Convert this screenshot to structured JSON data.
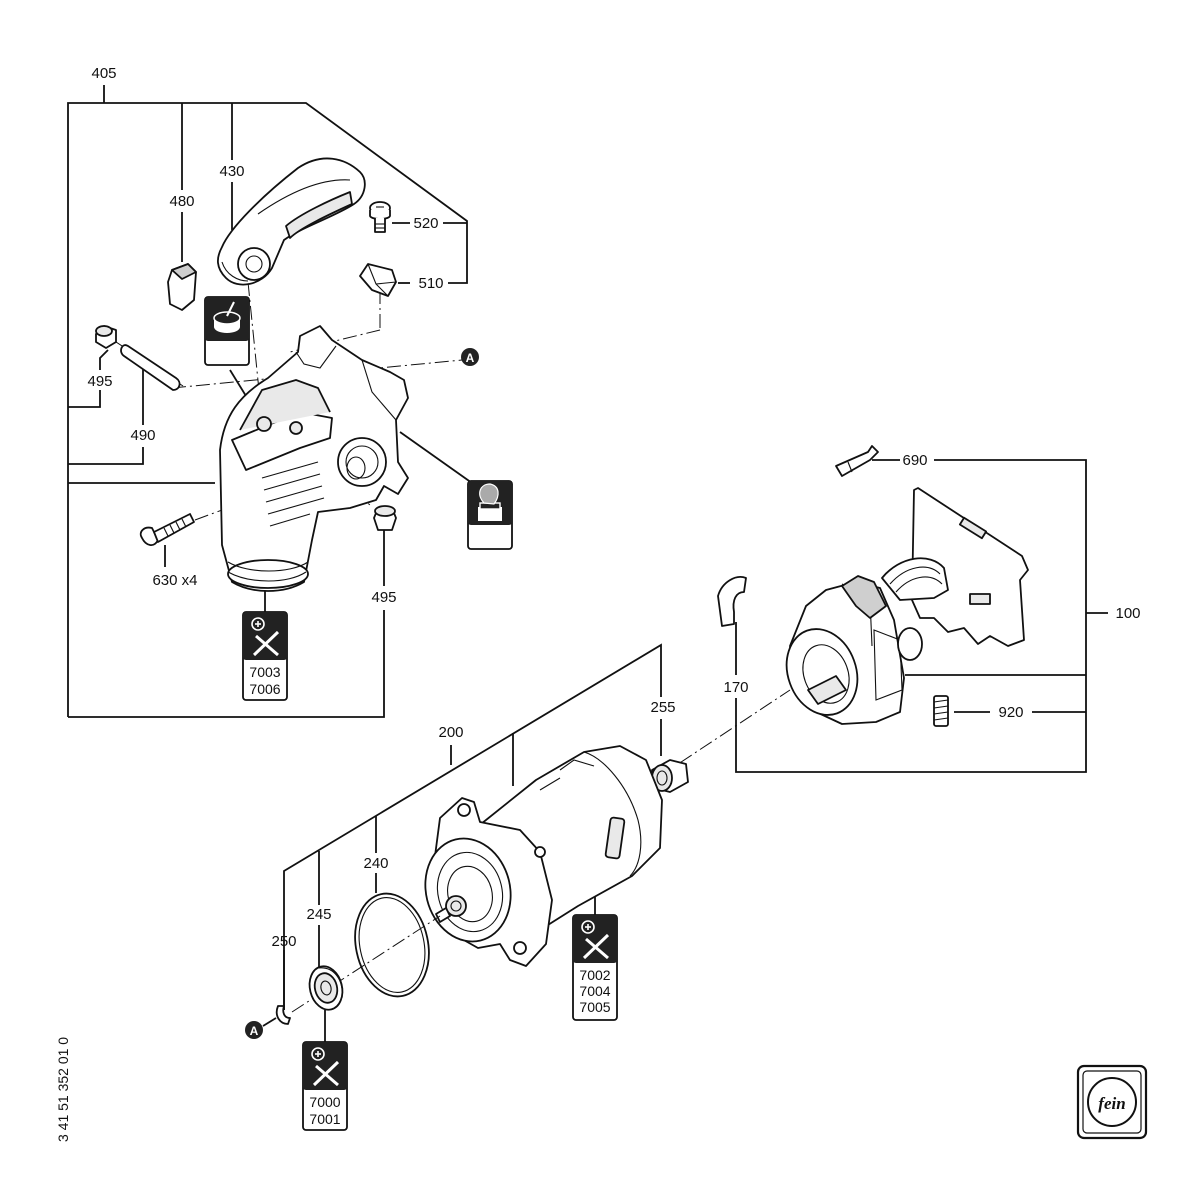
{
  "diagram": {
    "parts": {
      "p405": "405",
      "p480": "480",
      "p430": "430",
      "p520": "520",
      "p510": "510",
      "p495a": "495",
      "p490": "490",
      "p630": "630 x4",
      "p495b": "495",
      "p690": "690",
      "p100": "100",
      "p170": "170",
      "p920": "920",
      "p200": "200",
      "p255": "255",
      "p240": "240",
      "p245": "245",
      "p250": "250"
    },
    "reference_marks": {
      "a1": "A",
      "a2": "A"
    },
    "service_badges": {
      "b1": [
        "7003",
        "7006"
      ],
      "b2": [
        "7002",
        "7004",
        "7005"
      ],
      "b3": [
        "7000",
        "7001"
      ]
    },
    "document_number": "3 41 51 352 01 0",
    "logo_text": "fein",
    "icons": [
      "lubricant-tube-icon",
      "grease-pot-icon",
      "tools-service-icon",
      "fein-logo-icon",
      "reference-mark-icon"
    ]
  }
}
